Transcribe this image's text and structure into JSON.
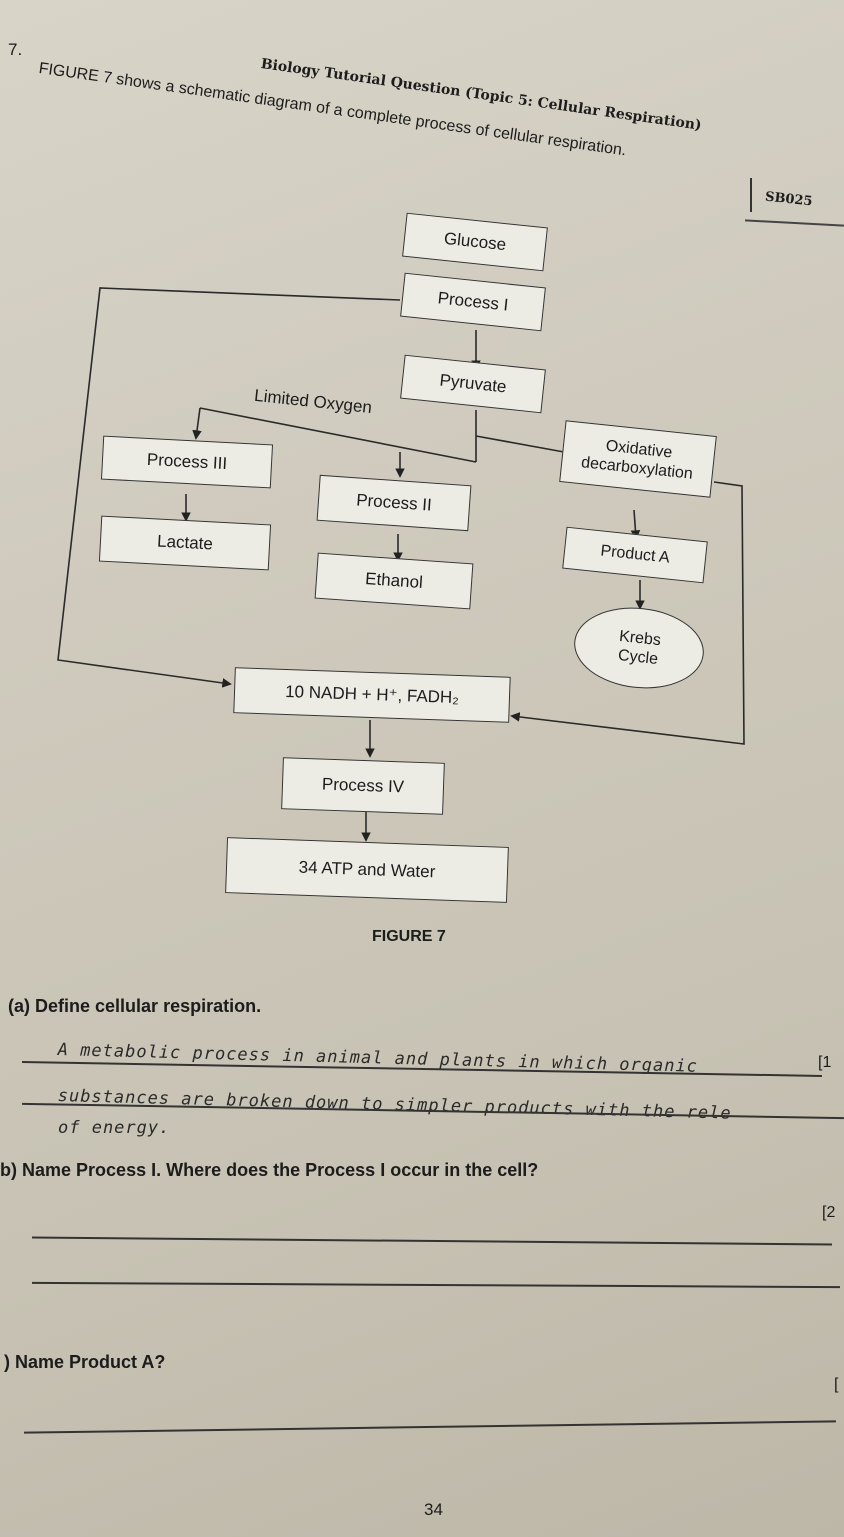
{
  "question_number": "7.",
  "header": {
    "title": "Biology Tutorial Question (Topic 5: Cellular Respiration)",
    "code": "SB025"
  },
  "intro": "FIGURE 7 shows a schematic diagram of a complete process of cellular respiration.",
  "diagram": {
    "glucose": "Glucose",
    "process1": "Process I",
    "pyruvate": "Pyruvate",
    "limited_oxygen": "Limited Oxygen",
    "process3": "Process III",
    "lactate": "Lactate",
    "process2": "Process II",
    "ethanol": "Ethanol",
    "oxidative": "Oxidative decarboxylation",
    "product_a": "Product A",
    "krebs": "Krebs Cycle",
    "nadh": "10 NADH + H⁺, FADH₂",
    "process4": "Process IV",
    "atp": "34 ATP and Water"
  },
  "figure_caption": "FIGURE 7",
  "questions": {
    "a": {
      "label": "(a)",
      "text": "Define cellular respiration.",
      "marks": "[1",
      "answer_line1": "A metabolic process in animal and plants in which organic",
      "answer_line2": "substances are broken down to simpler products with the rele",
      "answer_line3": "of energy."
    },
    "b": {
      "label": "b)",
      "text_pre": "Name Process ",
      "text_bold": "I",
      "text_mid": ". Where does the Process ",
      "text_bold2": "I",
      "text_post": " occur in the cell?",
      "marks": "[2"
    },
    "c": {
      "label": ")",
      "text": "Name Product A?",
      "marks": "["
    }
  },
  "page_number": "34"
}
